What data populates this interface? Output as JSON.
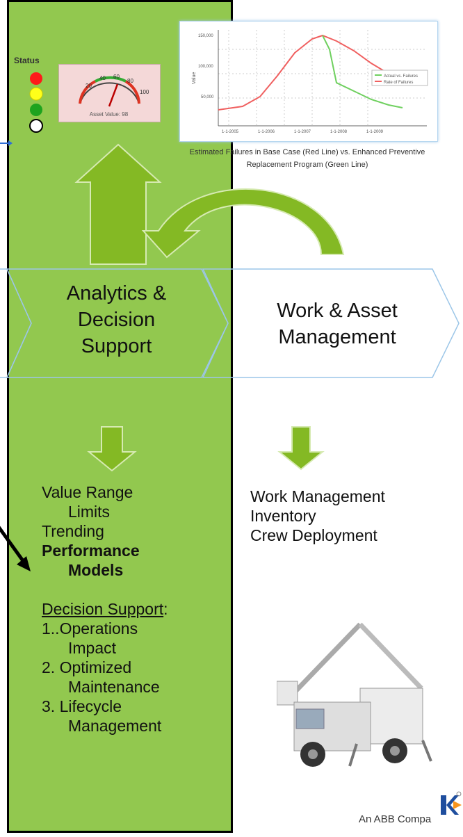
{
  "status": {
    "label": "Status",
    "lights": [
      "#ff1a1a",
      "#ffff1a",
      "#1ea31e",
      "#ffffff"
    ],
    "gauge_ticks": [
      "20",
      "40",
      "60",
      "80",
      "100"
    ],
    "gauge_caption": "Asset Value: 98"
  },
  "chart": {
    "y_label": "Value",
    "y_ticks": [
      "150,000",
      "100,000",
      "50,000"
    ],
    "x_ticks": [
      "1-1-2005",
      "1-1-2006",
      "1-1-2007",
      "1-1-2008",
      "1-1-2009"
    ],
    "legend": [
      "Actual vs. Failures",
      "Rate of Failures"
    ],
    "caption": "Estimated Failures in Base Case (Red Line) vs. Enhanced Preventive Replacement Program (Green Line)"
  },
  "steps": {
    "analytics": [
      "Analytics &",
      "Decision",
      "Support"
    ],
    "work": [
      "Work & Asset",
      "Management"
    ]
  },
  "analytics_list": {
    "value_range": "Value Range",
    "limits": "Limits",
    "trending": "Trending",
    "performance": "Performance",
    "models": "Models",
    "decision_support": "Decision Support",
    "colon": ":",
    "op1": "1..Operations",
    "op1b": "Impact",
    "op2": "2. Optimized",
    "op2b": "Maintenance",
    "op3": "3.  Lifecycle",
    "op3b": "Management"
  },
  "work_list": {
    "item1": "Work Management",
    "item2": "Inventory",
    "item3": "Crew Deployment"
  },
  "logo": {
    "tagline": "An ABB Compa"
  }
}
